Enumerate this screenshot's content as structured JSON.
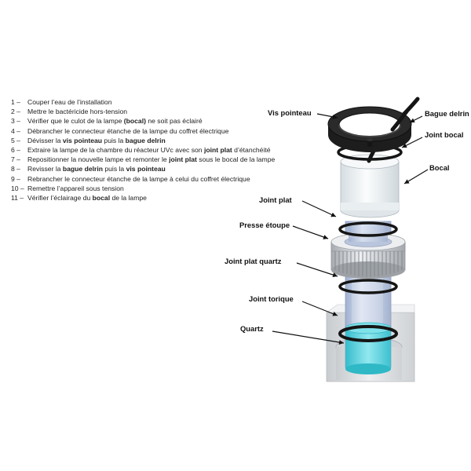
{
  "steps": [
    {
      "num": "1 –",
      "parts": [
        {
          "t": "Couper l’eau de l’installation"
        }
      ]
    },
    {
      "num": "2 –",
      "parts": [
        {
          "t": "Mettre le bactéricide hors-tension"
        }
      ]
    },
    {
      "num": "3 –",
      "parts": [
        {
          "t": "Vérifier que le culot de la lampe "
        },
        {
          "t": "(bocal)",
          "b": true
        },
        {
          "t": " ne soit pas éclairé"
        }
      ]
    },
    {
      "num": "4 –",
      "parts": [
        {
          "t": "Débrancher le connecteur étanche de la lampe du coffret électrique"
        }
      ]
    },
    {
      "num": "5 –",
      "parts": [
        {
          "t": "Dévisser la "
        },
        {
          "t": "vis pointeau",
          "b": true
        },
        {
          "t": " puis la "
        },
        {
          "t": "bague delrin",
          "b": true
        }
      ]
    },
    {
      "num": "6 –",
      "parts": [
        {
          "t": "Extraire la lampe de la chambre du réacteur UVc avec son "
        },
        {
          "t": "joint plat",
          "b": true
        },
        {
          "t": " d’étanchéité"
        }
      ]
    },
    {
      "num": "7 –",
      "parts": [
        {
          "t": "Repositionner la nouvelle lampe  et remonter le "
        },
        {
          "t": "joint plat",
          "b": true
        },
        {
          "t": " sous le bocal de la lampe"
        }
      ]
    },
    {
      "num": "8 –",
      "parts": [
        {
          "t": "Revisser la "
        },
        {
          "t": "bague delrin",
          "b": true
        },
        {
          "t": " puis la "
        },
        {
          "t": "vis pointeau",
          "b": true
        }
      ]
    },
    {
      "num": "9 –",
      "parts": [
        {
          "t": "Rebrancher le connecteur étanche de la lampe à celui du coffret électrique"
        }
      ]
    },
    {
      "num": "10 –",
      "parts": [
        {
          "t": "Remettre l’appareil sous tension"
        }
      ]
    },
    {
      "num": "11 –",
      "parts": [
        {
          "t": "Vérifier l’éclairage du "
        },
        {
          "t": "bocal",
          "b": true
        },
        {
          "t": " de la lampe"
        }
      ]
    }
  ],
  "labels": {
    "vis_pointeau": "Vis pointeau",
    "bague_delrin": "Bague delrin",
    "joint_bocal": "Joint bocal",
    "bocal": "Bocal",
    "joint_plat": "Joint plat",
    "presse_etoupe": "Presse étoupe",
    "joint_plat_quartz": "Joint plat quartz",
    "joint_torique": "Joint torique",
    "quartz": "Quartz"
  },
  "colors": {
    "quartz_tube": "#c8d2e6",
    "quartz_water": "#5fd3dc",
    "gland_nut": "#d9dcdf",
    "ring_black": "#151515",
    "bocal_body": "#eef2f4",
    "housing": "#e6e8ea"
  }
}
